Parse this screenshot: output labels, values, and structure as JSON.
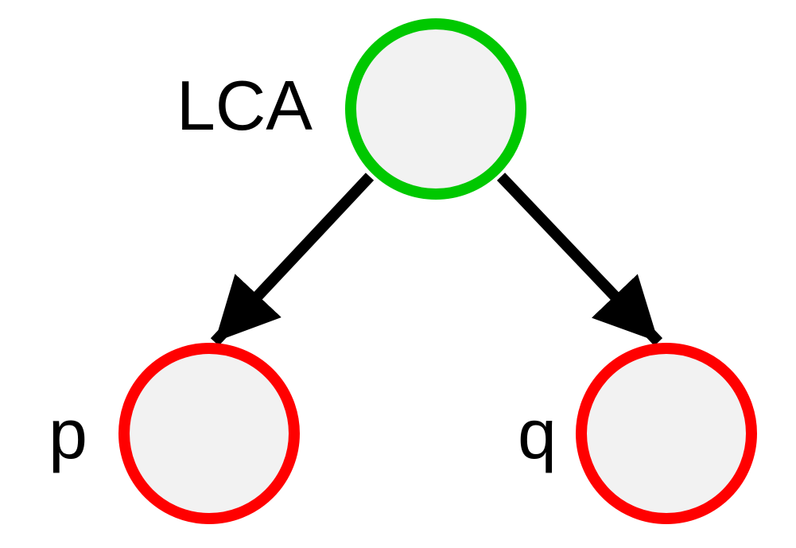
{
  "nodes": {
    "lca": {
      "label": "LCA",
      "border_color": "#00c800",
      "fill_color": "#f2f2f2"
    },
    "p": {
      "label": "p",
      "border_color": "#ff0000",
      "fill_color": "#f2f2f2"
    },
    "q": {
      "label": "q",
      "border_color": "#ff0000",
      "fill_color": "#f2f2f2"
    }
  },
  "edges": [
    {
      "from": "lca",
      "to": "p"
    },
    {
      "from": "lca",
      "to": "q"
    }
  ],
  "edge_color": "#000000"
}
